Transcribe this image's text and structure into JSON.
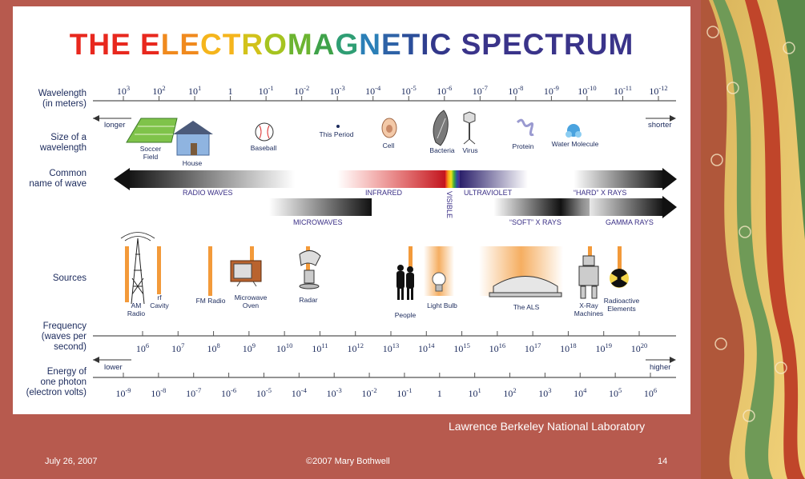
{
  "title": "THE ELECTROMAGNETIC SPECTRUM",
  "title_colors": [
    "#e8281e",
    "#e8281e",
    "#e8281e",
    "#e8281e",
    "#f08a1e",
    "#f08a1e",
    "#f5b51c",
    "#f5b51c",
    "#d2c21a",
    "#a6c420",
    "#6cb431",
    "#3fa24a",
    "#2f9e74",
    "#2b7fb7",
    "#2e63a7",
    "#2b4e9a",
    "#2f3f8f",
    "#32378a",
    "#3a348a",
    "#3a348a",
    "#3a348a",
    "#3a348a",
    "#3a348a",
    "#3a348a",
    "#3a348a",
    "#3a348a",
    "#3a348a",
    "#3a348a"
  ],
  "row_labels": {
    "wavelength": [
      "Wavelength",
      "(in meters)"
    ],
    "size": [
      "Size of a",
      "wavelength"
    ],
    "common": [
      "Common",
      "name of wave"
    ],
    "sources": [
      "Sources"
    ],
    "frequency": [
      "Frequency",
      "(waves per",
      "second)"
    ],
    "energy": [
      "Energy of",
      "one photon",
      "(electron volts)"
    ]
  },
  "wavelength_ticks": [
    {
      "base": "10",
      "exp": "3"
    },
    {
      "base": "10",
      "exp": "2"
    },
    {
      "base": "10",
      "exp": "1"
    },
    {
      "base": "1",
      "exp": ""
    },
    {
      "base": "10",
      "exp": "-1"
    },
    {
      "base": "10",
      "exp": "-2"
    },
    {
      "base": "10",
      "exp": "-3"
    },
    {
      "base": "10",
      "exp": "-4"
    },
    {
      "base": "10",
      "exp": "-5"
    },
    {
      "base": "10",
      "exp": "-6"
    },
    {
      "base": "10",
      "exp": "-7"
    },
    {
      "base": "10",
      "exp": "-8"
    },
    {
      "base": "10",
      "exp": "-9"
    },
    {
      "base": "10",
      "exp": "-10"
    },
    {
      "base": "10",
      "exp": "-11"
    },
    {
      "base": "10",
      "exp": "-12"
    }
  ],
  "longer_label": "longer",
  "shorter_label": "shorter",
  "size_items": [
    "Soccer",
    "Field",
    "House",
    "Baseball",
    "This Period",
    "Cell",
    "Bacteria",
    "Virus",
    "Protein",
    "Water Molecule"
  ],
  "wave_names": [
    "RADIO WAVES",
    "INFRARED",
    "VISIBLE",
    "ULTRAVIOLET",
    "“HARD” X RAYS",
    "MICROWAVES",
    "“SOFT” X RAYS",
    "GAMMA RAYS"
  ],
  "sources": [
    "AM",
    "Radio",
    "rf",
    "Cavity",
    "FM Radio",
    "Microwave",
    "Oven",
    "Radar",
    "People",
    "Light Bulb",
    "The ALS",
    "X-Ray",
    "Machines",
    "Radioactive",
    "Elements"
  ],
  "frequency_ticks": [
    {
      "base": "10",
      "exp": "6"
    },
    {
      "base": "10",
      "exp": "7"
    },
    {
      "base": "10",
      "exp": "8"
    },
    {
      "base": "10",
      "exp": "9"
    },
    {
      "base": "10",
      "exp": "10"
    },
    {
      "base": "10",
      "exp": "11"
    },
    {
      "base": "10",
      "exp": "12"
    },
    {
      "base": "10",
      "exp": "13"
    },
    {
      "base": "10",
      "exp": "14"
    },
    {
      "base": "10",
      "exp": "15"
    },
    {
      "base": "10",
      "exp": "16"
    },
    {
      "base": "10",
      "exp": "17"
    },
    {
      "base": "10",
      "exp": "18"
    },
    {
      "base": "10",
      "exp": "19"
    },
    {
      "base": "10",
      "exp": "20"
    }
  ],
  "lower_label": "lower",
  "higher_label": "higher",
  "energy_ticks": [
    {
      "base": "10",
      "exp": "-9"
    },
    {
      "base": "10",
      "exp": "-8"
    },
    {
      "base": "10",
      "exp": "-7"
    },
    {
      "base": "10",
      "exp": "-6"
    },
    {
      "base": "10",
      "exp": "-5"
    },
    {
      "base": "10",
      "exp": "-4"
    },
    {
      "base": "10",
      "exp": "-3"
    },
    {
      "base": "10",
      "exp": "-2"
    },
    {
      "base": "10",
      "exp": "-1"
    },
    {
      "base": "1",
      "exp": ""
    },
    {
      "base": "10",
      "exp": "1"
    },
    {
      "base": "10",
      "exp": "2"
    },
    {
      "base": "10",
      "exp": "3"
    },
    {
      "base": "10",
      "exp": "4"
    },
    {
      "base": "10",
      "exp": "5"
    },
    {
      "base": "10",
      "exp": "6"
    }
  ],
  "credit": "Lawrence Berkeley National Laboratory",
  "footer": {
    "date": "July 26, 2007",
    "copyright": "©2007 Mary Bothwell",
    "page": "14"
  },
  "colors": {
    "slide_bg": "#b75a4e",
    "text_navy": "#1b2a5c",
    "label_purple": "#3a2f86",
    "axis": "#555555",
    "marker_orange": "#f39a3a",
    "water_blue": "#4aa3df"
  },
  "decorative_icons": [
    "soccer-field-icon",
    "house-icon",
    "baseball-icon",
    "dot-icon",
    "cell-icon",
    "bacteria-icon",
    "virus-icon",
    "protein-icon",
    "water-molecule-icon",
    "am-radio-tower-icon",
    "microwave-oven-icon",
    "radar-dish-icon",
    "people-icon",
    "light-bulb-icon",
    "als-building-icon",
    "xray-machine-icon",
    "radioactive-icon",
    "floral-panel-decoration"
  ]
}
